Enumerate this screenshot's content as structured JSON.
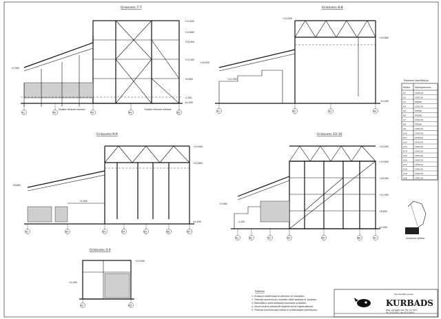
{
  "sections": [
    {
      "id": "7-7",
      "title": "Griezums 7-7",
      "levels": [
        "+24,000",
        "+20,800",
        "+16,000",
        "+12,000",
        "+8,800",
        "+4,900",
        "±0,000",
        "-1,200"
      ],
      "axes": [
        "A1",
        "A2",
        "A3",
        "A4",
        "A5"
      ],
      "notes": [
        "Esošais tērauda karkass",
        "Esošais tērauda karkass"
      ]
    },
    {
      "id": "8-8",
      "title": "Griezums 8-8",
      "levels": [
        "+24,000",
        "+20,800",
        "+16,000",
        "+12,000",
        "±0,000"
      ],
      "axes": [
        "A1",
        "A2",
        "A3",
        "A4"
      ]
    },
    {
      "id": "9-9",
      "title": "Griezums 9-9",
      "levels": [
        "+24,000",
        "+20,800",
        "+8,800",
        "+4,900",
        "±0,000"
      ],
      "axes": [
        "A1",
        "A2",
        "A3",
        "A4",
        "A5",
        "A6",
        "A7"
      ]
    },
    {
      "id": "10-10",
      "title": "Griezums 10-10",
      "levels": [
        "+24,000",
        "+20,800",
        "+16,000",
        "+12,000",
        "+8,800",
        "+4,900",
        "±0,000",
        "-1,200"
      ],
      "axes": [
        "A1",
        "A2",
        "A3",
        "A4",
        "A5",
        "A6",
        "A7"
      ]
    },
    {
      "id": "4-4",
      "title": "Griezums 4-4",
      "levels": [
        "+24,000",
        "±0,000"
      ],
      "axes": [
        "A1",
        "A2"
      ]
    }
  ],
  "elements_table": {
    "title": "Elementu specifikācija",
    "headers": [
      "Marka",
      "Šķērsgriezums"
    ],
    "rows": [
      [
        "K1",
        "CHS219"
      ],
      [
        "K2",
        "CHS219"
      ],
      [
        "K3",
        "IPE360"
      ],
      [
        "K4",
        "CHS219"
      ],
      [
        "K5",
        "IPE360"
      ],
      [
        "K6",
        "IPE360"
      ],
      [
        "K7",
        "CHS219"
      ],
      [
        "K8",
        "IPE360"
      ],
      [
        "K9",
        "CHS219"
      ],
      [
        "K10",
        "CHS219"
      ],
      [
        "K11",
        "CHS219"
      ],
      [
        "K12",
        "CHS219"
      ],
      [
        "K13",
        "CHS219"
      ],
      [
        "K14",
        "CHS219"
      ],
      [
        "K15",
        "CHS219"
      ],
      [
        "K16",
        "CHS219"
      ],
      [
        "K17",
        "CHS219"
      ],
      [
        "K18",
        "CHS219"
      ],
      [
        "K19",
        "CHS219"
      ],
      [
        "K20",
        "CHS219"
      ]
    ]
  },
  "key_plan_label": "Griezumu shēma",
  "notes": {
    "title": "Piezīmes",
    "lines": [
      "1. Griezumi skatīt kopā ar plāniem un mezgliem.",
      "2. Tērauda konstrukciju montāžu veikt saskaņā ar projektu.",
      "3. Metināšanu veikt atbilstoši standartu prasībām.",
      "4. Visus izmērus pārbaudīt objektā pirms izgatavošanas.",
      "5. Tērauda konstrukcijas krāsot ar pretkorozijas pārklājumu."
    ]
  },
  "title_block": {
    "company_small": "būvniecības grupa",
    "company": "KURBADS",
    "address": "Rīga, Lāčplēša iela 75a, LV-1011",
    "phone": "Tel. 67213451, fax 67213452"
  },
  "colors": {
    "ink": "#111111",
    "hatch": "#cfcfcf",
    "paper": "#ffffff"
  }
}
